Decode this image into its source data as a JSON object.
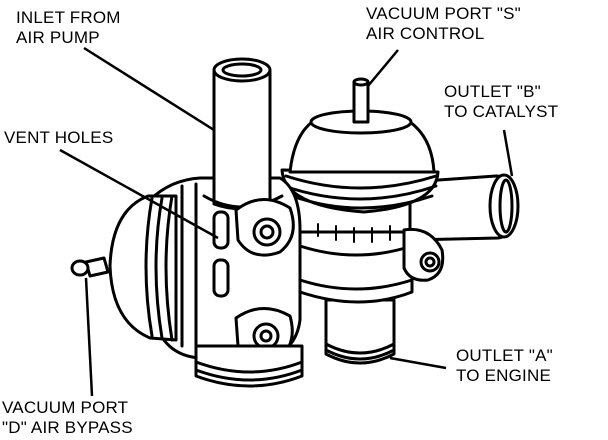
{
  "labels": {
    "inlet": [
      "INLET FROM",
      "AIR PUMP"
    ],
    "vacuum_s": [
      "VACUUM PORT \"S\"",
      "AIR CONTROL"
    ],
    "outlet_b": [
      "OUTLET \"B\"",
      "TO CATALYST"
    ],
    "vent_holes": [
      "VENT HOLES"
    ],
    "outlet_a": [
      "OUTLET \"A\"",
      "TO ENGINE"
    ],
    "vacuum_d": [
      "VACUUM PORT",
      "\"D\" AIR BYPASS"
    ]
  },
  "colors": {
    "ink": "#000000",
    "paper": "#ffffff"
  }
}
